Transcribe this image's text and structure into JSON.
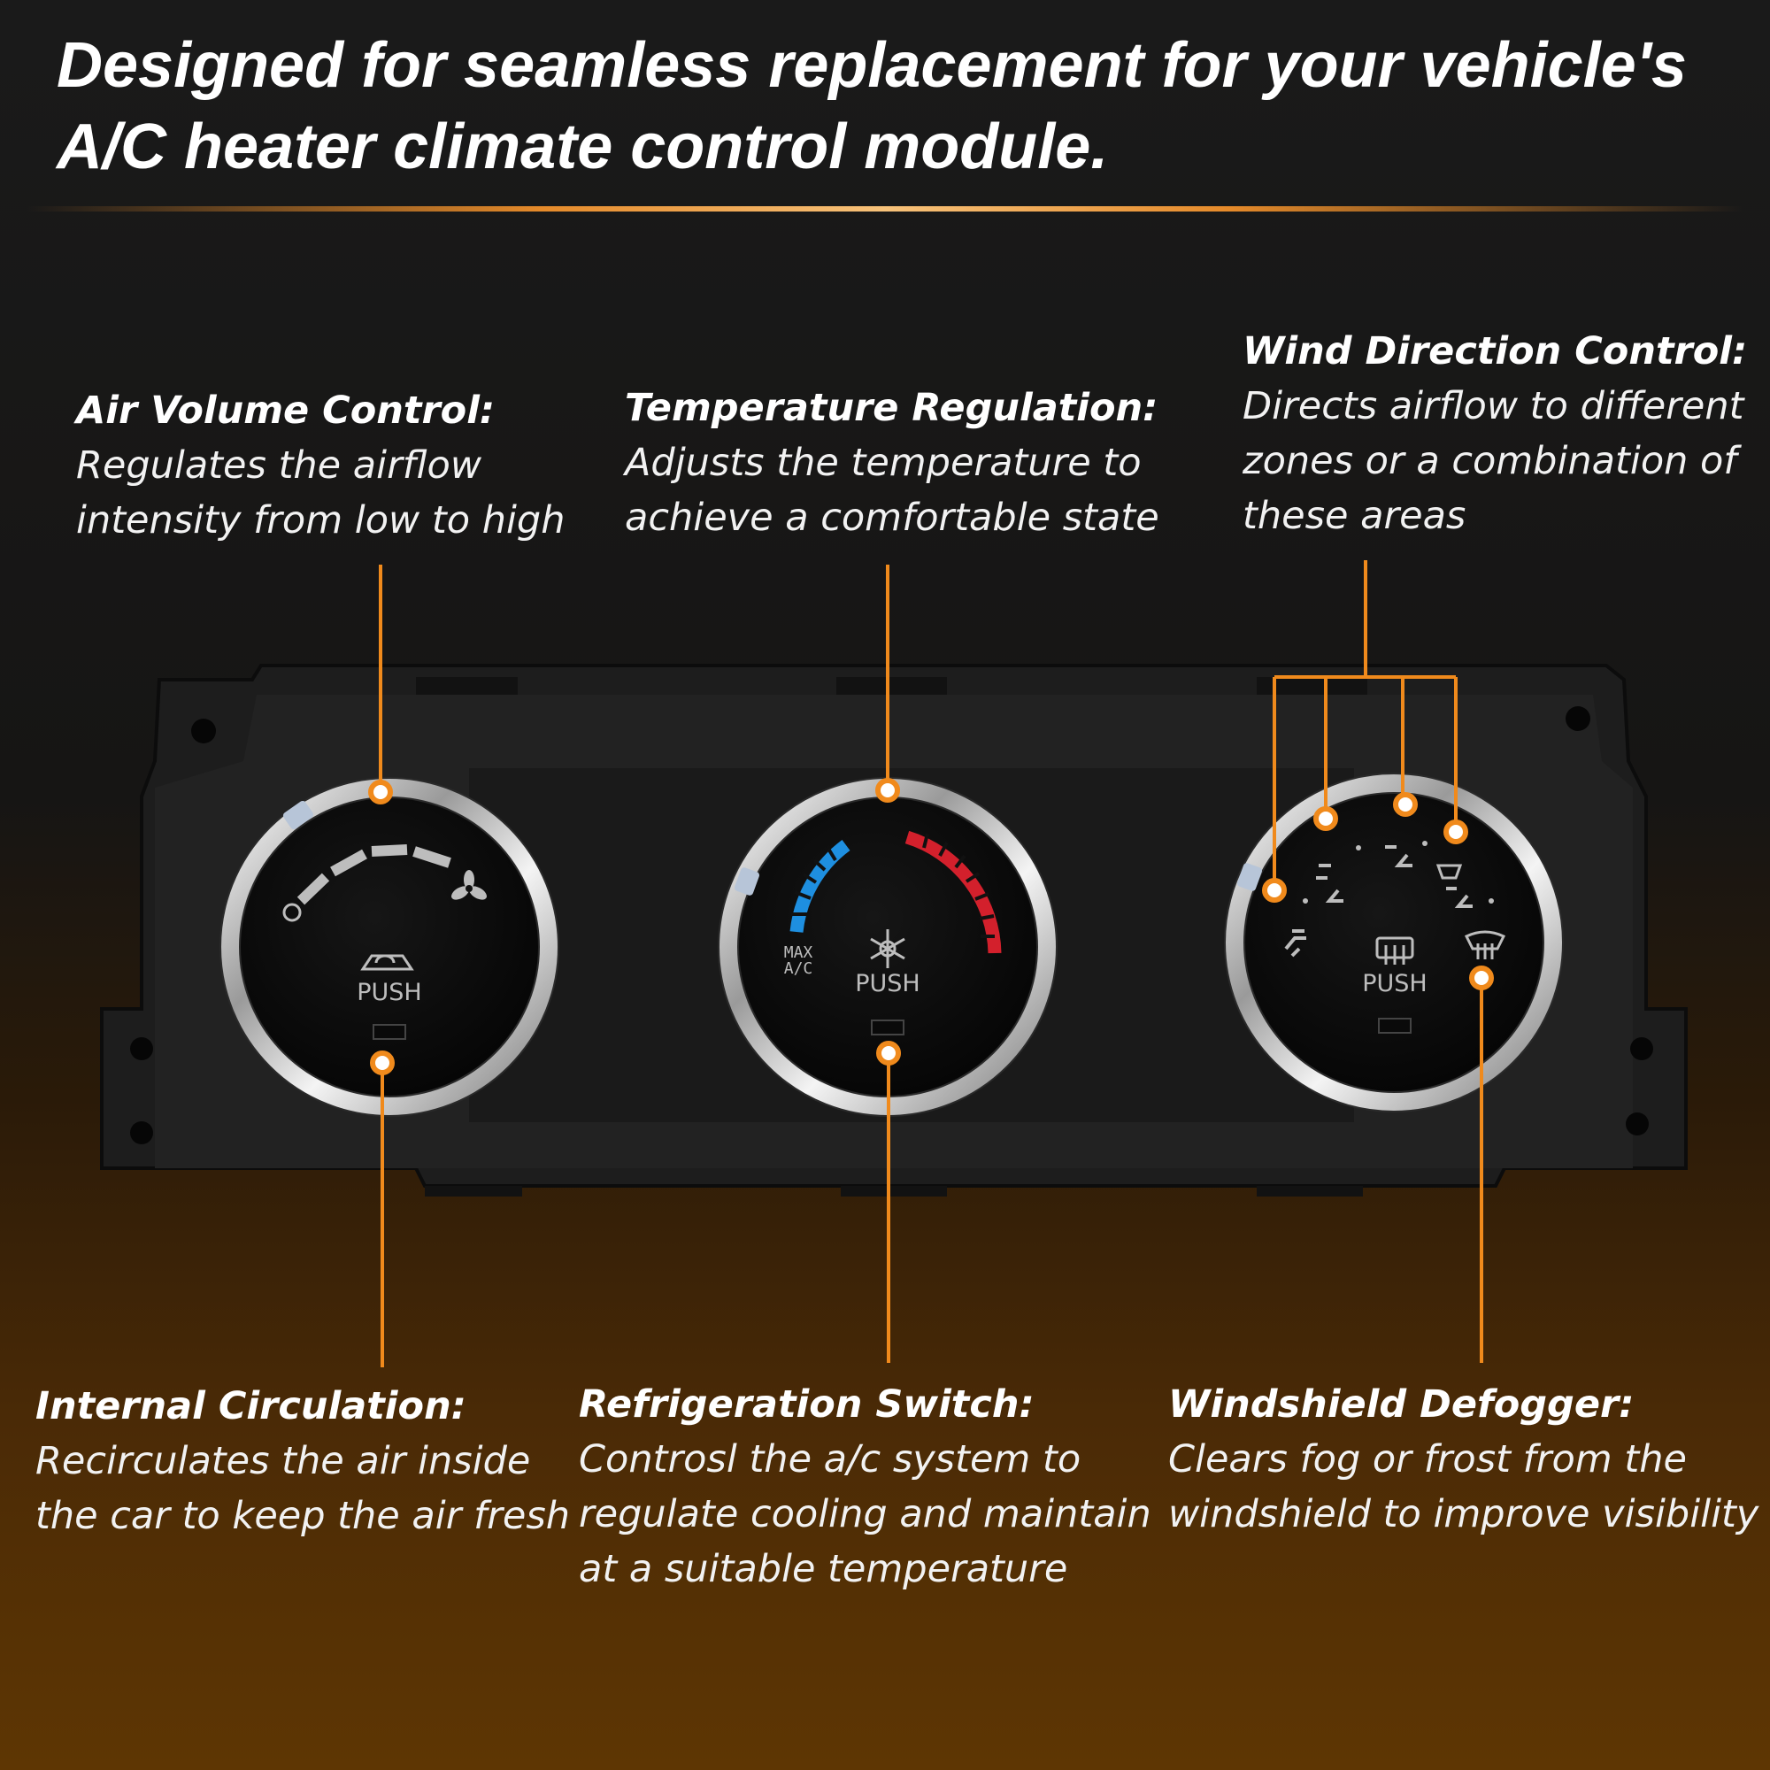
{
  "headline": {
    "line1": "Designed for seamless replacement for your vehicle's",
    "line2": "A/C heater climate control module."
  },
  "callouts": {
    "air_volume": {
      "title": "Air Volume Control:",
      "desc": "Regulates the airflow\nintensity from low to high"
    },
    "temperature": {
      "title": "Temperature Regulation:",
      "desc": "Adjusts the temperature to\nachieve a comfortable state"
    },
    "wind_direction": {
      "title": "Wind Direction Control:",
      "desc": "Directs airflow to different\nzones or a combination of\nthese areas"
    },
    "internal_circulation": {
      "title": "Internal Circulation:",
      "desc": "Recirculates the air inside\nthe car to keep the air fresh"
    },
    "refrigeration": {
      "title": "Refrigeration Switch:",
      "desc": "Controsl the a/c system to\nregulate cooling and maintain\nat a suitable temperature"
    },
    "defogger": {
      "title": "Windshield Defogger:",
      "desc": "Clears fog or frost from the\nwindshield to improve visibility"
    }
  },
  "panel": {
    "left_knob": {
      "push_label": "PUSH"
    },
    "center_knob": {
      "push_label": "PUSH",
      "max_ac_label_1": "MAX",
      "max_ac_label_2": "A/C"
    },
    "right_knob": {
      "push_label": "PUSH"
    }
  },
  "colors": {
    "accent_orange": "#f08a1c",
    "cold_blue": "#1e8fe0",
    "hot_red": "#d3202c",
    "panel_black": "#1b1b1b"
  }
}
